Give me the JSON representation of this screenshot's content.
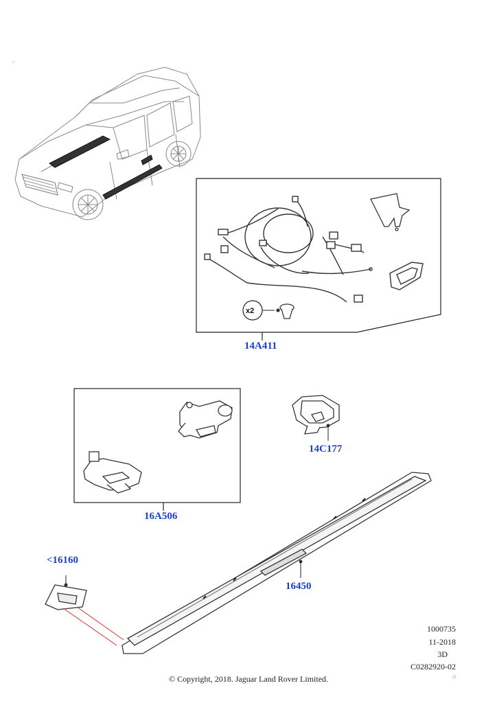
{
  "parts": {
    "harness_kit": "14A411",
    "module_pair": "16A506",
    "control_module": "14C177",
    "bracket": "<16160",
    "running_board": "16450"
  },
  "harness_kit_qty": "x2",
  "drawing_info": {
    "number": "1000735",
    "date": "11-2018",
    "view": "3D",
    "code": "C0282920-02"
  },
  "copyright": "© Copyright, 2018. Jaguar Land Rover Limited.",
  "colors": {
    "label_blue": "#1a3fd0",
    "line": "#222222",
    "leader_red": "#e03030"
  },
  "icons": [
    "vehicle-illustration",
    "wiring-harness",
    "deployment-motor",
    "control-module",
    "running-board",
    "mounting-bracket"
  ]
}
